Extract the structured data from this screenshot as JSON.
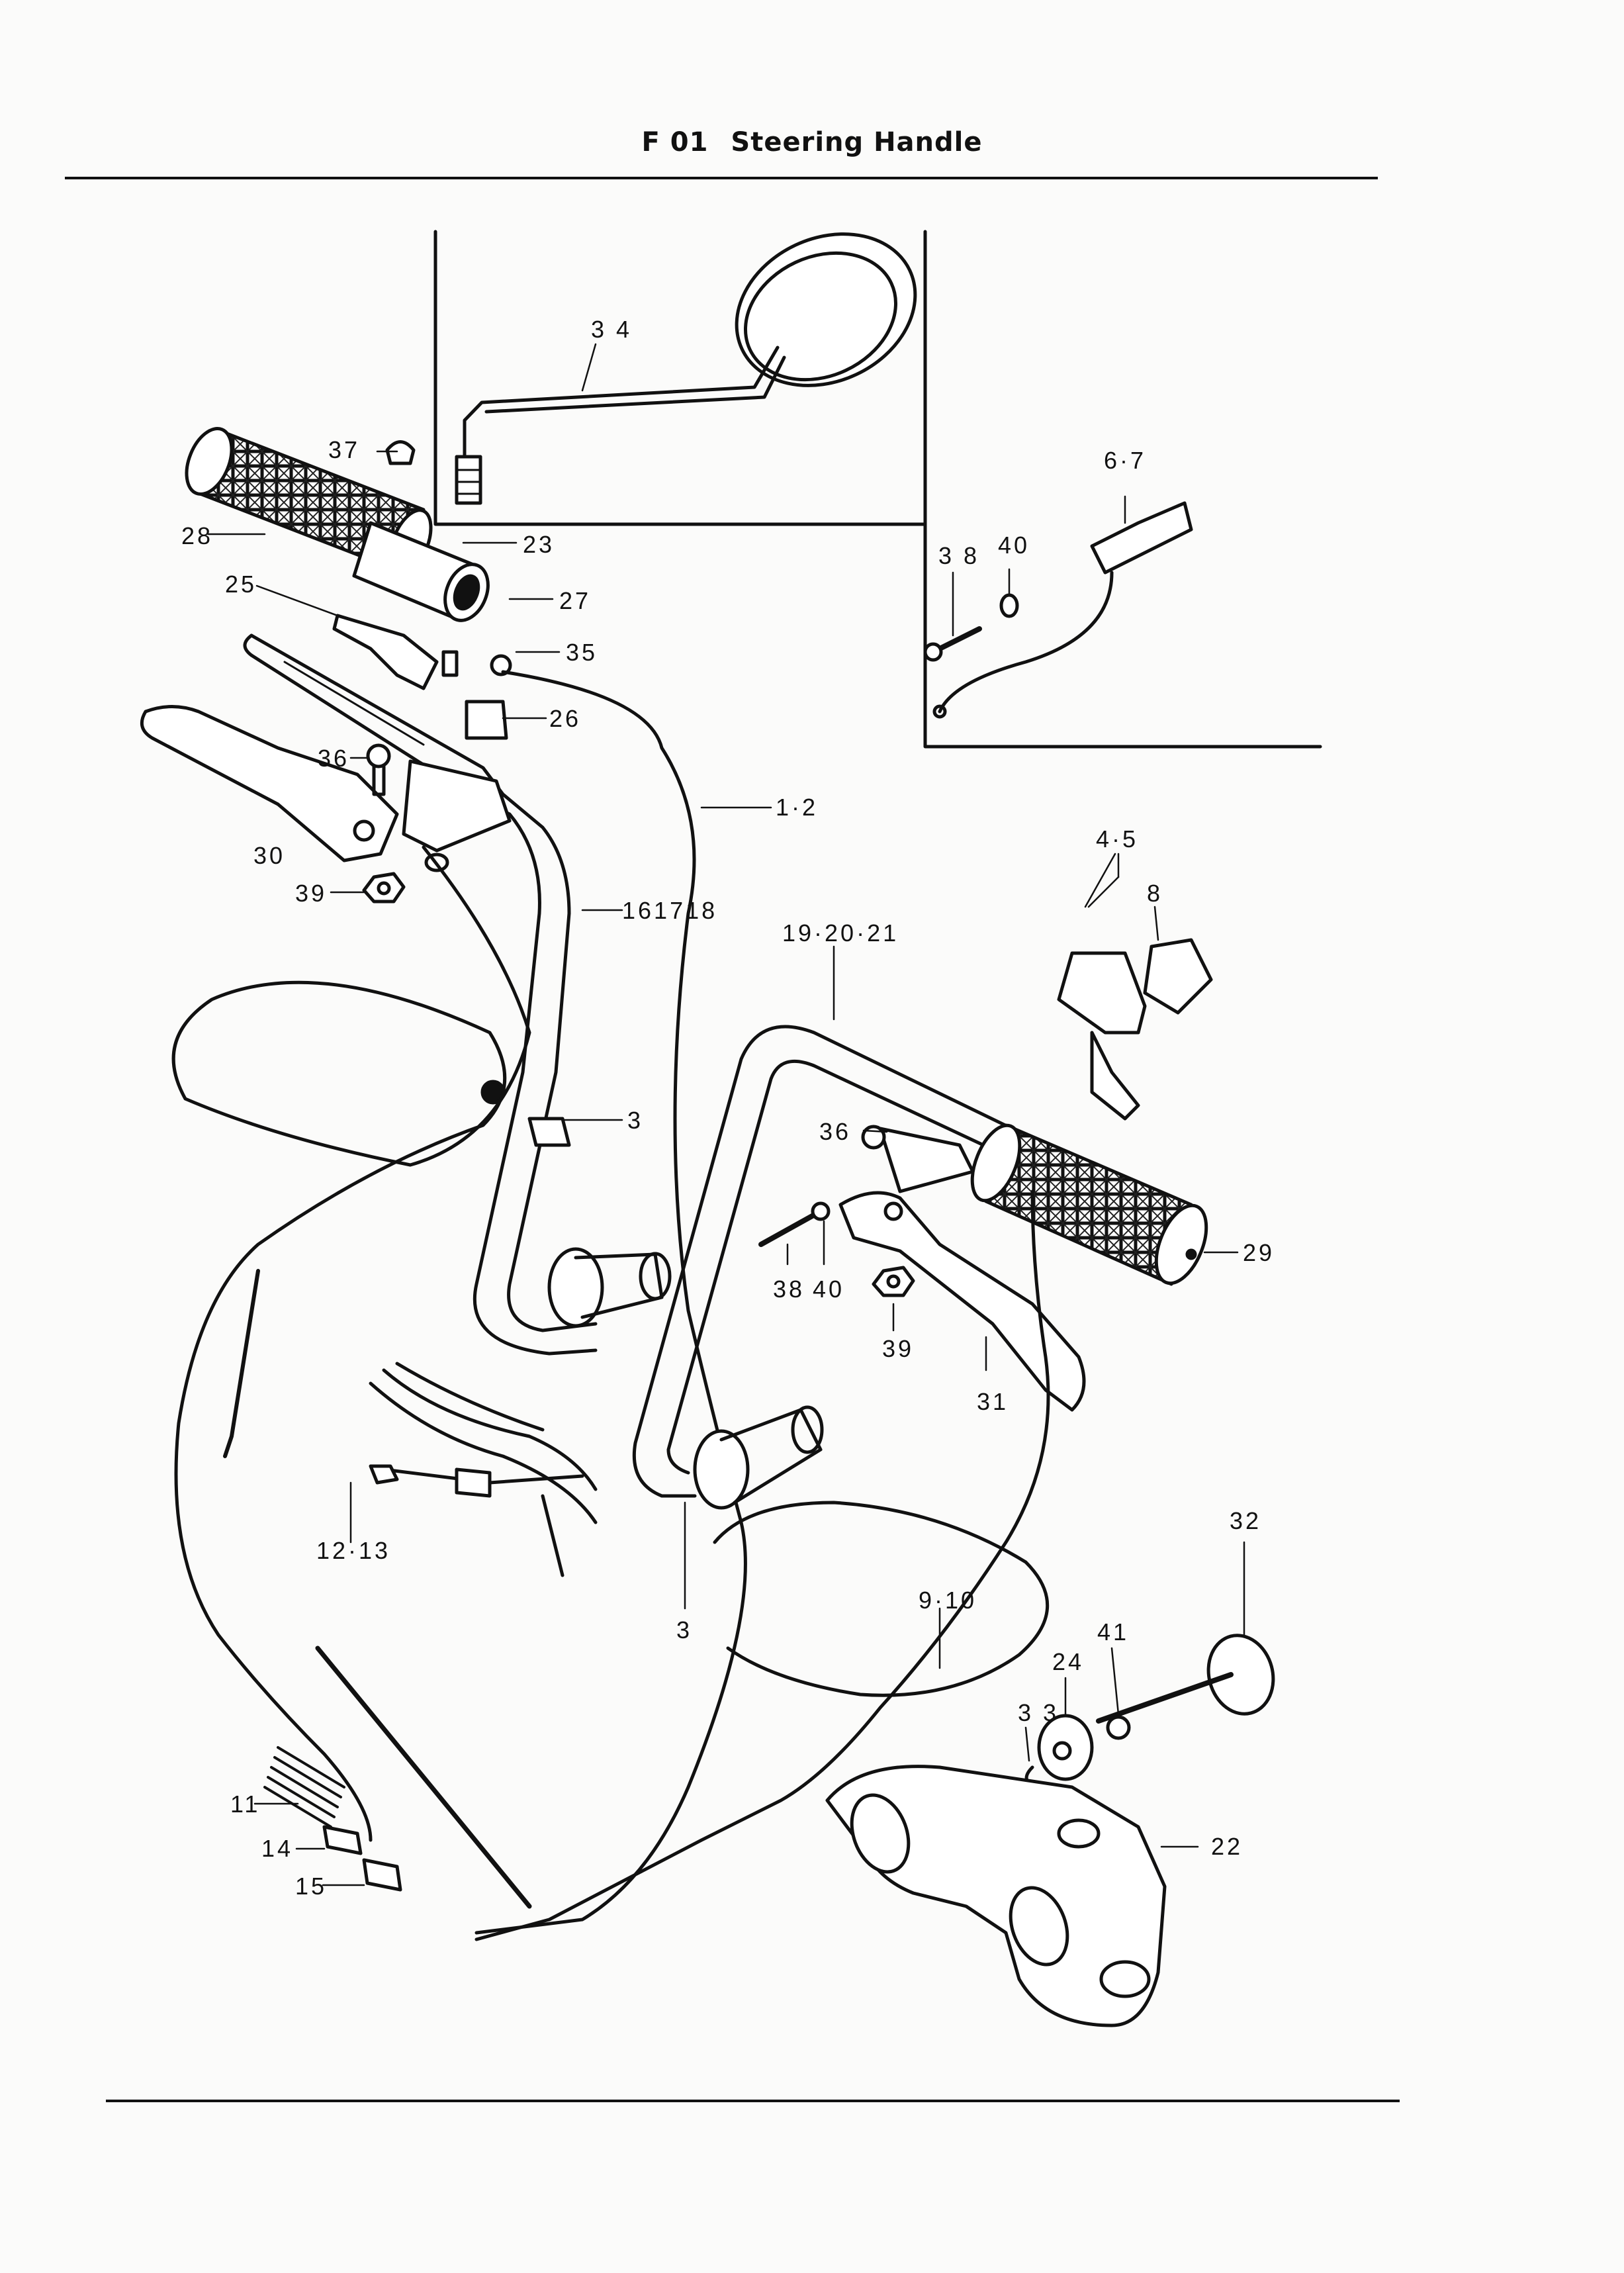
{
  "header": {
    "code": "F 01",
    "title": "Steering Handle"
  },
  "callouts": [
    {
      "id": "c34",
      "text": "3 4"
    },
    {
      "id": "c37",
      "text": "37"
    },
    {
      "id": "c28",
      "text": "28"
    },
    {
      "id": "c23",
      "text": "23"
    },
    {
      "id": "c25",
      "text": "25"
    },
    {
      "id": "c27",
      "text": "27"
    },
    {
      "id": "c35",
      "text": "35"
    },
    {
      "id": "c26",
      "text": "26"
    },
    {
      "id": "c36a",
      "text": "36"
    },
    {
      "id": "c30",
      "text": "30"
    },
    {
      "id": "c39a",
      "text": "39"
    },
    {
      "id": "c12",
      "text": "1·2"
    },
    {
      "id": "c161718",
      "text": "161718"
    },
    {
      "id": "c3a",
      "text": "3"
    },
    {
      "id": "c67",
      "text": "6·7"
    },
    {
      "id": "c38a",
      "text": "3 8"
    },
    {
      "id": "c40a",
      "text": "40"
    },
    {
      "id": "c45",
      "text": "4·5"
    },
    {
      "id": "c8",
      "text": "8"
    },
    {
      "id": "c192021",
      "text": "19·20·21"
    },
    {
      "id": "c36b",
      "text": "36"
    },
    {
      "id": "c29",
      "text": "29"
    },
    {
      "id": "c38b",
      "text": "38"
    },
    {
      "id": "c40b",
      "text": "40"
    },
    {
      "id": "c39b",
      "text": "39"
    },
    {
      "id": "c31",
      "text": "31"
    },
    {
      "id": "c1213",
      "text": "12·13"
    },
    {
      "id": "c3b",
      "text": "3"
    },
    {
      "id": "c910",
      "text": "9·10"
    },
    {
      "id": "c32",
      "text": "32"
    },
    {
      "id": "c41",
      "text": "41"
    },
    {
      "id": "c24",
      "text": "24"
    },
    {
      "id": "c33",
      "text": "3 3"
    },
    {
      "id": "c11",
      "text": "11"
    },
    {
      "id": "c14",
      "text": "14"
    },
    {
      "id": "c15",
      "text": "15"
    },
    {
      "id": "c22",
      "text": "22"
    }
  ]
}
